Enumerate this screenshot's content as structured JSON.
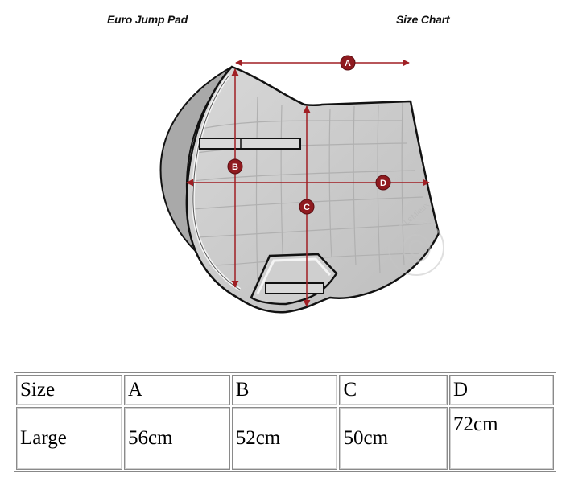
{
  "headings": {
    "product": "Euro Jump Pad",
    "chart": "Size Chart"
  },
  "diagram": {
    "markers": [
      "A",
      "B",
      "C",
      "D"
    ],
    "watermark": "LeMieux",
    "colors": {
      "pad_fill": "#c9c9c9",
      "pad_outline": "#111111",
      "measure_line": "#a01f24",
      "marker_fill": "#8f1a1f",
      "marker_text": "#ffffff"
    }
  },
  "table": {
    "header": [
      "Size",
      "A",
      "B",
      "C",
      "D"
    ],
    "rows": [
      [
        "Large",
        "56cm",
        "52cm",
        "50cm",
        "72cm"
      ]
    ]
  }
}
